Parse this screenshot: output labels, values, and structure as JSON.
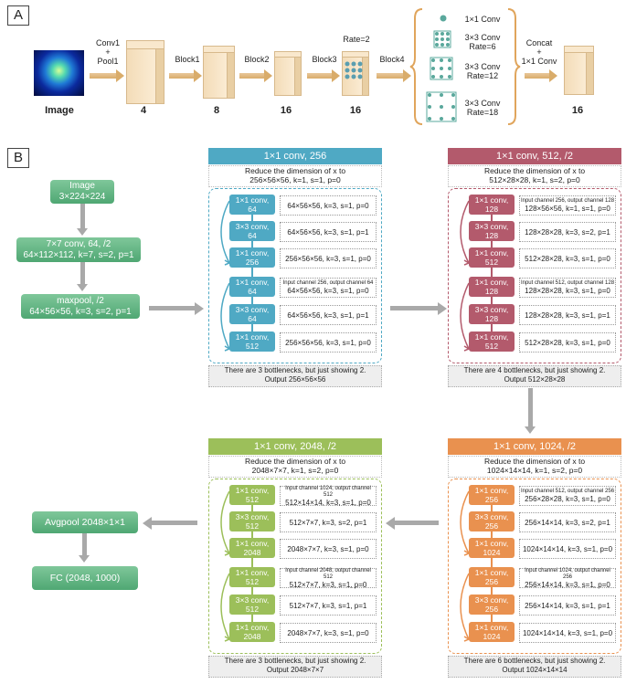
{
  "panel_a": {
    "label": "A",
    "image_label": "Image",
    "conv1": [
      "Conv1",
      "+",
      "Pool1"
    ],
    "block1": "Block1",
    "block2": "Block2",
    "block3": "Block3",
    "block4": "Block4",
    "rate": "Rate=2",
    "dims": [
      "4",
      "8",
      "16",
      "16",
      "16"
    ],
    "aspp": [
      {
        "name": "1×1 Conv",
        "rate": ""
      },
      {
        "name": "3×3 Conv",
        "rate": "Rate=6"
      },
      {
        "name": "3×3 Conv",
        "rate": "Rate=12"
      },
      {
        "name": "3×3 Conv",
        "rate": "Rate=18"
      }
    ],
    "concat": [
      "Concat",
      "+",
      "1×1 Conv"
    ]
  },
  "panel_b": {
    "label": "B",
    "left_flow": [
      [
        "Image",
        "3×224×224"
      ],
      [
        "7×7 conv, 64, /2",
        "64×112×112, k=7, s=2, p=1"
      ],
      [
        "maxpool, /2",
        "64×56×56, k=3, s=2, p=1"
      ]
    ],
    "end_flow": [
      [
        "Avgpool 2048×1×1"
      ],
      [
        "FC (2048, 1000)"
      ]
    ],
    "stages": [
      {
        "head": "1×1 conv, 256",
        "reduce": [
          "Reduce the dimension of x to",
          "256×56×56, k=1, s=1, p=0"
        ],
        "blocks": [
          [
            "1×1 conv,",
            "64"
          ],
          [
            "3×3 conv,",
            "64"
          ],
          [
            "1×1 conv,",
            "256"
          ],
          [
            "1×1 conv,",
            "64"
          ],
          [
            "3×3 conv,",
            "64"
          ],
          [
            "1×1 conv,",
            "512"
          ]
        ],
        "descs": [
          {
            "note": "",
            "text": "64×56×56, k=3, s=1, p=0"
          },
          {
            "note": "",
            "text": "64×56×56, k=3, s=1, p=1"
          },
          {
            "note": "",
            "text": "256×56×56, k=3, s=1, p=0"
          },
          {
            "note": "Input channel 256, output channel 64",
            "text": "64×56×56, k=3, s=1, p=0"
          },
          {
            "note": "",
            "text": "64×56×56, k=3, s=1, p=1"
          },
          {
            "note": "",
            "text": "256×56×56, k=3, s=1, p=0"
          }
        ],
        "foot": [
          "There are 3 bottlenecks, but just showing 2.",
          "Output 256×56×56"
        ]
      },
      {
        "head": "1×1 conv, 512, /2",
        "reduce": [
          "Reduce the dimension of x to",
          "512×28×28, k=1, s=2, p=0"
        ],
        "blocks": [
          [
            "1×1 conv,",
            "128"
          ],
          [
            "3×3 conv,",
            "128"
          ],
          [
            "1×1 conv,",
            "512"
          ],
          [
            "1×1 conv,",
            "128"
          ],
          [
            "3×3 conv,",
            "128"
          ],
          [
            "1×1 conv,",
            "512"
          ]
        ],
        "descs": [
          {
            "note": "Input channel 256, output channel 128",
            "text": "128×56×56, k=1, s=1, p=0"
          },
          {
            "note": "",
            "text": "128×28×28, k=3, s=2, p=1"
          },
          {
            "note": "",
            "text": "512×28×28, k=3, s=1, p=0"
          },
          {
            "note": "Input channel 512, output channel 128",
            "text": "128×28×28, k=3, s=1, p=0"
          },
          {
            "note": "",
            "text": "128×28×28, k=3, s=1, p=1"
          },
          {
            "note": "",
            "text": "512×28×28, k=3, s=1, p=0"
          }
        ],
        "foot": [
          "There are 4 bottlenecks, but just showing 2.",
          "Output 512×28×28"
        ]
      },
      {
        "head": "1×1 conv, 1024, /2",
        "reduce": [
          "Reduce the dimension of x to",
          "1024×14×14, k=1, s=2, p=0"
        ],
        "blocks": [
          [
            "1×1 conv,",
            "256"
          ],
          [
            "3×3 conv,",
            "256"
          ],
          [
            "1×1 conv,",
            "1024"
          ],
          [
            "1×1 conv,",
            "256"
          ],
          [
            "3×3 conv,",
            "256"
          ],
          [
            "1×1 conv,",
            "1024"
          ]
        ],
        "descs": [
          {
            "note": "Input channel 512, output channel 256",
            "text": "256×28×28, k=3, s=1, p=0"
          },
          {
            "note": "",
            "text": "256×14×14, k=3, s=2, p=1"
          },
          {
            "note": "",
            "text": "1024×14×14, k=3, s=1, p=0"
          },
          {
            "note": "Input channel 1024, output channel 256",
            "text": "256×14×14, k=3, s=1, p=0"
          },
          {
            "note": "",
            "text": "256×14×14, k=3, s=1, p=1"
          },
          {
            "note": "",
            "text": "1024×14×14, k=3, s=1, p=0"
          }
        ],
        "foot": [
          "There are 6 bottlenecks, but just showing 2.",
          "Output 1024×14×14"
        ]
      },
      {
        "head": "1×1 conv, 2048, /2",
        "reduce": [
          "Reduce the dimension of x to",
          "2048×7×7, k=1, s=2, p=0"
        ],
        "blocks": [
          [
            "1×1 conv,",
            "512"
          ],
          [
            "3×3 conv,",
            "512"
          ],
          [
            "1×1 conv,",
            "2048"
          ],
          [
            "1×1 conv,",
            "512"
          ],
          [
            "3×3 conv,",
            "512"
          ],
          [
            "1×1 conv,",
            "2048"
          ]
        ],
        "descs": [
          {
            "note": "Input channel 1024, output channel 512",
            "text": "512×14×14, k=3, s=1, p=0"
          },
          {
            "note": "",
            "text": "512×7×7, k=3, s=2, p=1"
          },
          {
            "note": "",
            "text": "2048×7×7, k=3, s=1, p=0"
          },
          {
            "note": "Input channel 2048, output channel 512",
            "text": "512×7×7, k=3, s=1, p=0"
          },
          {
            "note": "",
            "text": "512×7×7, k=3, s=1, p=1"
          },
          {
            "note": "",
            "text": "2048×7×7, k=3, s=1, p=0"
          }
        ],
        "foot": [
          "There are 3 bottlenecks, but just showing 2.",
          "Output 2048×7×7"
        ]
      }
    ]
  },
  "colors": {
    "stage1": "#4fa9c4",
    "stage2": "#b35a6c",
    "stage3": "#e9914f",
    "stage4": "#9cbf5a",
    "green": "#5aae7c"
  }
}
